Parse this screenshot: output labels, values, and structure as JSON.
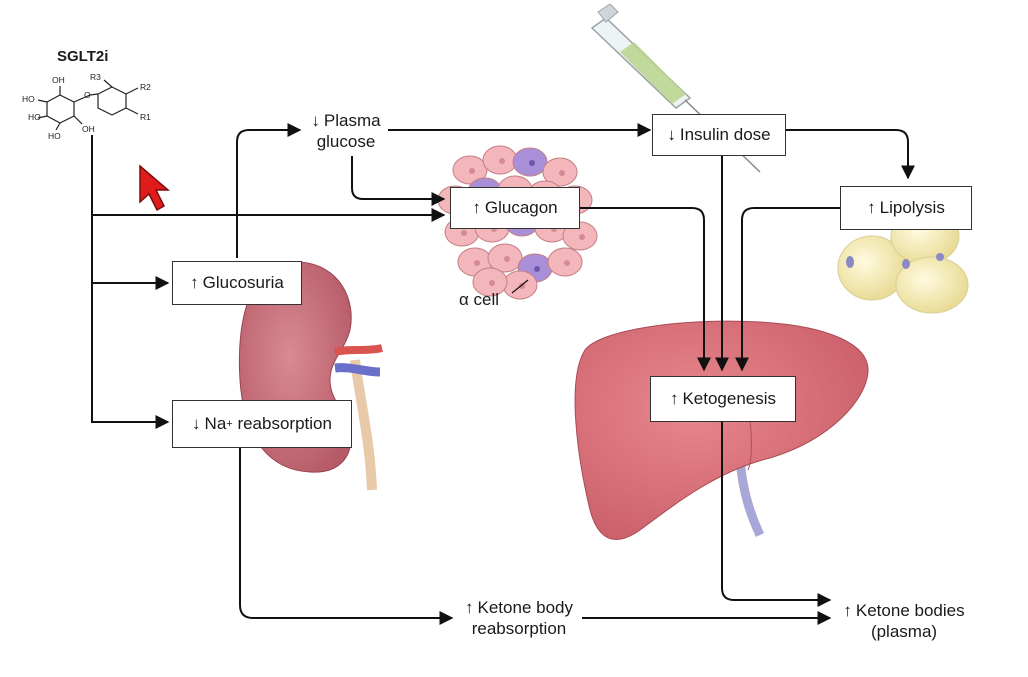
{
  "drug": {
    "name": "SGLT2i",
    "structure_labels": [
      "OH",
      "R3",
      "R2",
      "HO",
      "O",
      "HO",
      "OH",
      "R1",
      "HO"
    ]
  },
  "nodes": {
    "plasma_glucose": {
      "arrow": "↓",
      "line1": "Plasma",
      "line2": "glucose"
    },
    "insulin_dose": {
      "arrow": "↓",
      "label": "Insulin dose"
    },
    "glucagon": {
      "arrow": "↑",
      "label": "Glucagon"
    },
    "lipolysis": {
      "arrow": "↑",
      "label": "Lipolysis"
    },
    "glucosuria": {
      "arrow": "↑",
      "label": "Glucosuria"
    },
    "na_reabsorption": {
      "arrow": "↓",
      "label_pre": "Na",
      "label_sup": "+",
      "label_post": " reabsorption"
    },
    "ketogenesis": {
      "arrow": "↑",
      "label": "Ketogenesis"
    },
    "ketone_reabsorption": {
      "arrow": "↑",
      "line1": "Ketone body",
      "line2": "reabsorption"
    },
    "ketone_bodies": {
      "arrow": "↑",
      "line1": "Ketone bodies",
      "line2": "(plasma)"
    }
  },
  "annotations": {
    "alpha_cell": "α cell"
  },
  "colors": {
    "arrow": "#111111",
    "cursor": "#e01b1b",
    "kidney": "#c8707a",
    "liver": "#d9737b",
    "islet_cell": "#f2b6bb",
    "alpha_cell": "#a98fd8",
    "fat_cell": "#f3eab0"
  }
}
